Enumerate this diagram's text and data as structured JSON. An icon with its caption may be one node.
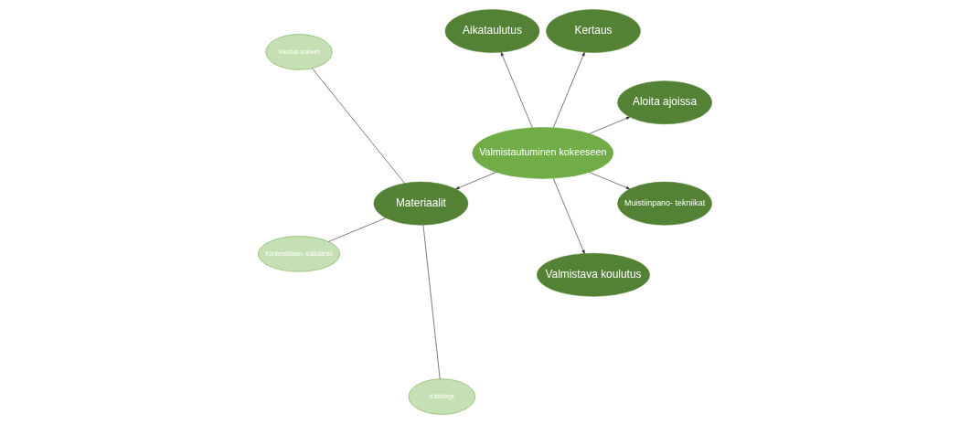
{
  "diagram": {
    "nodes": [
      {
        "text": [
          "Aloita ajoissa"
        ]
      },
      {
        "text": [
          "Kertaus"
        ]
      },
      {
        "text": [
          "Vanhat kokeet"
        ]
      },
      {
        "text": [
          "Aikataulutus"
        ]
      },
      {
        "text": [
          "Materiaalit"
        ]
      },
      {
        "text": [
          "Valmistautuminen kokeeseen"
        ]
      },
      {
        "text": [
          "Kiinteistölain- säädäntö"
        ]
      },
      {
        "text": [
          "Valmistava koulutus"
        ]
      },
      {
        "text": [
          "Käsikirja"
        ]
      },
      {
        "text": [
          "Muistiinpano- tekniikat"
        ]
      }
    ],
    "edges": [
      {
        "from": 5,
        "to": 1,
        "arrow": "to"
      },
      {
        "from": 5,
        "to": 0,
        "arrow": "to"
      },
      {
        "from": 5,
        "to": 3,
        "arrow": "to"
      },
      {
        "from": 5,
        "to": 4,
        "arrow": "to"
      },
      {
        "from": 5,
        "to": 7,
        "arrow": "to"
      },
      {
        "from": 5,
        "to": 9,
        "arrow": "to"
      },
      {
        "from": 4,
        "to": 2,
        "arrow": "none"
      },
      {
        "from": 4,
        "to": 6,
        "arrow": "none"
      },
      {
        "from": 4,
        "to": 8,
        "arrow": "none"
      }
    ]
  }
}
